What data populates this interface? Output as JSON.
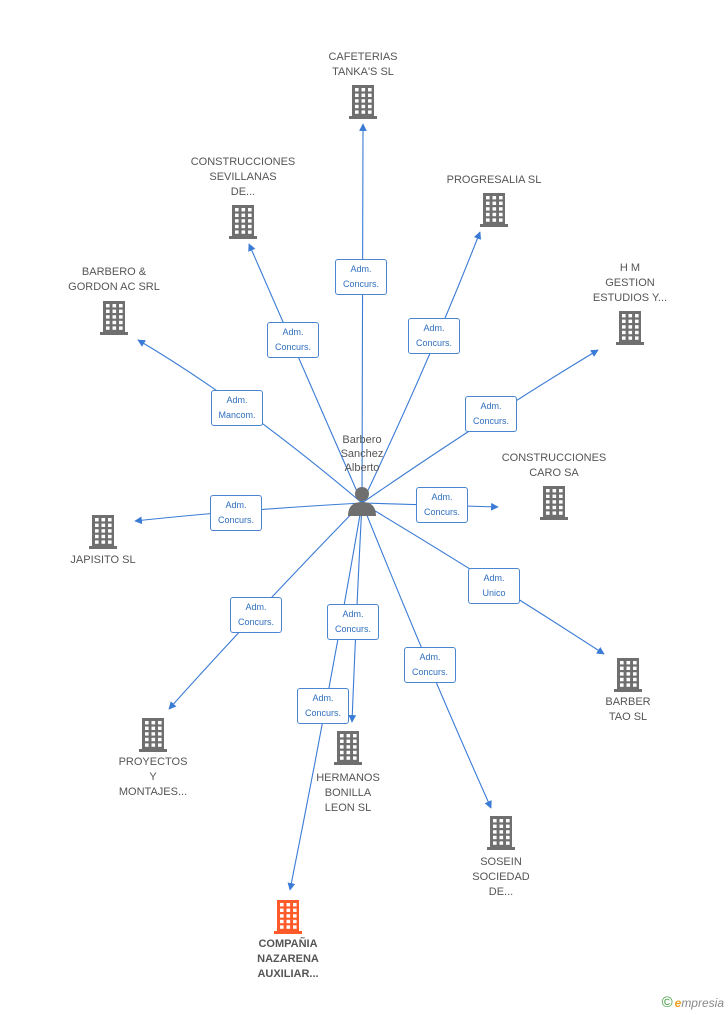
{
  "person": {
    "name": "Barbero\nSanchez\nAlberto",
    "icon": "person-icon"
  },
  "colors": {
    "edge": "#3a7bd5",
    "building": "#6f6f6f",
    "highlight": "#ff5a2a"
  },
  "companies": [
    {
      "id": "cafeterias",
      "label": "CAFETERIAS\nTANKA'S SL",
      "bold": false,
      "highlight": false,
      "icon": "building-icon"
    },
    {
      "id": "construcciones-sevillanas",
      "label": "CONSTRUCCIONES\nSEVILLANAS\nDE...",
      "bold": false,
      "highlight": false,
      "icon": "building-icon"
    },
    {
      "id": "progresalia",
      "label": "PROGRESALIA SL",
      "bold": false,
      "highlight": false,
      "icon": "building-icon"
    },
    {
      "id": "barbero-gordon",
      "label": "BARBERO &\nGORDON AC SRL",
      "bold": false,
      "highlight": false,
      "icon": "building-icon"
    },
    {
      "id": "hm-gestion",
      "label": "H M\nGESTION\nESTUDIOS Y...",
      "bold": false,
      "highlight": false,
      "icon": "building-icon"
    },
    {
      "id": "construcciones-caro",
      "label": "CONSTRUCCIONES\nCARO SA",
      "bold": false,
      "highlight": false,
      "icon": "building-icon"
    },
    {
      "id": "japisito",
      "label": "JAPISITO SL",
      "bold": false,
      "highlight": false,
      "icon": "building-icon"
    },
    {
      "id": "barber-tao",
      "label": "BARBER\nTAO SL",
      "bold": false,
      "highlight": false,
      "icon": "building-icon"
    },
    {
      "id": "proyectos",
      "label": "PROYECTOS\nY\nMONTAJES...",
      "bold": false,
      "highlight": false,
      "icon": "building-icon"
    },
    {
      "id": "hermanos-bonilla",
      "label": "HERMANOS\nBONILLA\nLEON SL",
      "bold": false,
      "highlight": false,
      "icon": "building-icon"
    },
    {
      "id": "sosein",
      "label": "SOSEIN\nSOCIEDAD\nDE...",
      "bold": false,
      "highlight": false,
      "icon": "building-icon"
    },
    {
      "id": "compania-nazarena",
      "label": "COMPAÑIA\nNAZARENA\nAUXILIAR...",
      "bold": true,
      "highlight": true,
      "icon": "building-icon"
    }
  ],
  "relations": [
    {
      "to": "cafeterias",
      "label": "Adm.\nConcurs."
    },
    {
      "to": "construcciones-sevillanas",
      "label": "Adm.\nConcurs."
    },
    {
      "to": "progresalia",
      "label": "Adm.\nConcurs."
    },
    {
      "to": "barbero-gordon",
      "label": "Adm.\nMancom."
    },
    {
      "to": "hm-gestion",
      "label": "Adm.\nConcurs."
    },
    {
      "to": "construcciones-caro",
      "label": "Adm.\nConcurs."
    },
    {
      "to": "japisito",
      "label": "Adm.\nConcurs."
    },
    {
      "to": "barber-tao",
      "label": "Adm.\nUnico"
    },
    {
      "to": "proyectos",
      "label": "Adm.\nConcurs."
    },
    {
      "to": "hermanos-bonilla",
      "label": "Adm.\nConcurs."
    },
    {
      "to": "sosein",
      "label": "Adm.\nConcurs."
    },
    {
      "to": "compania-nazarena",
      "label": "Adm.\nConcurs."
    }
  ],
  "brand": {
    "copyright": "©",
    "first_letter": "e",
    "rest": "mpresia"
  }
}
